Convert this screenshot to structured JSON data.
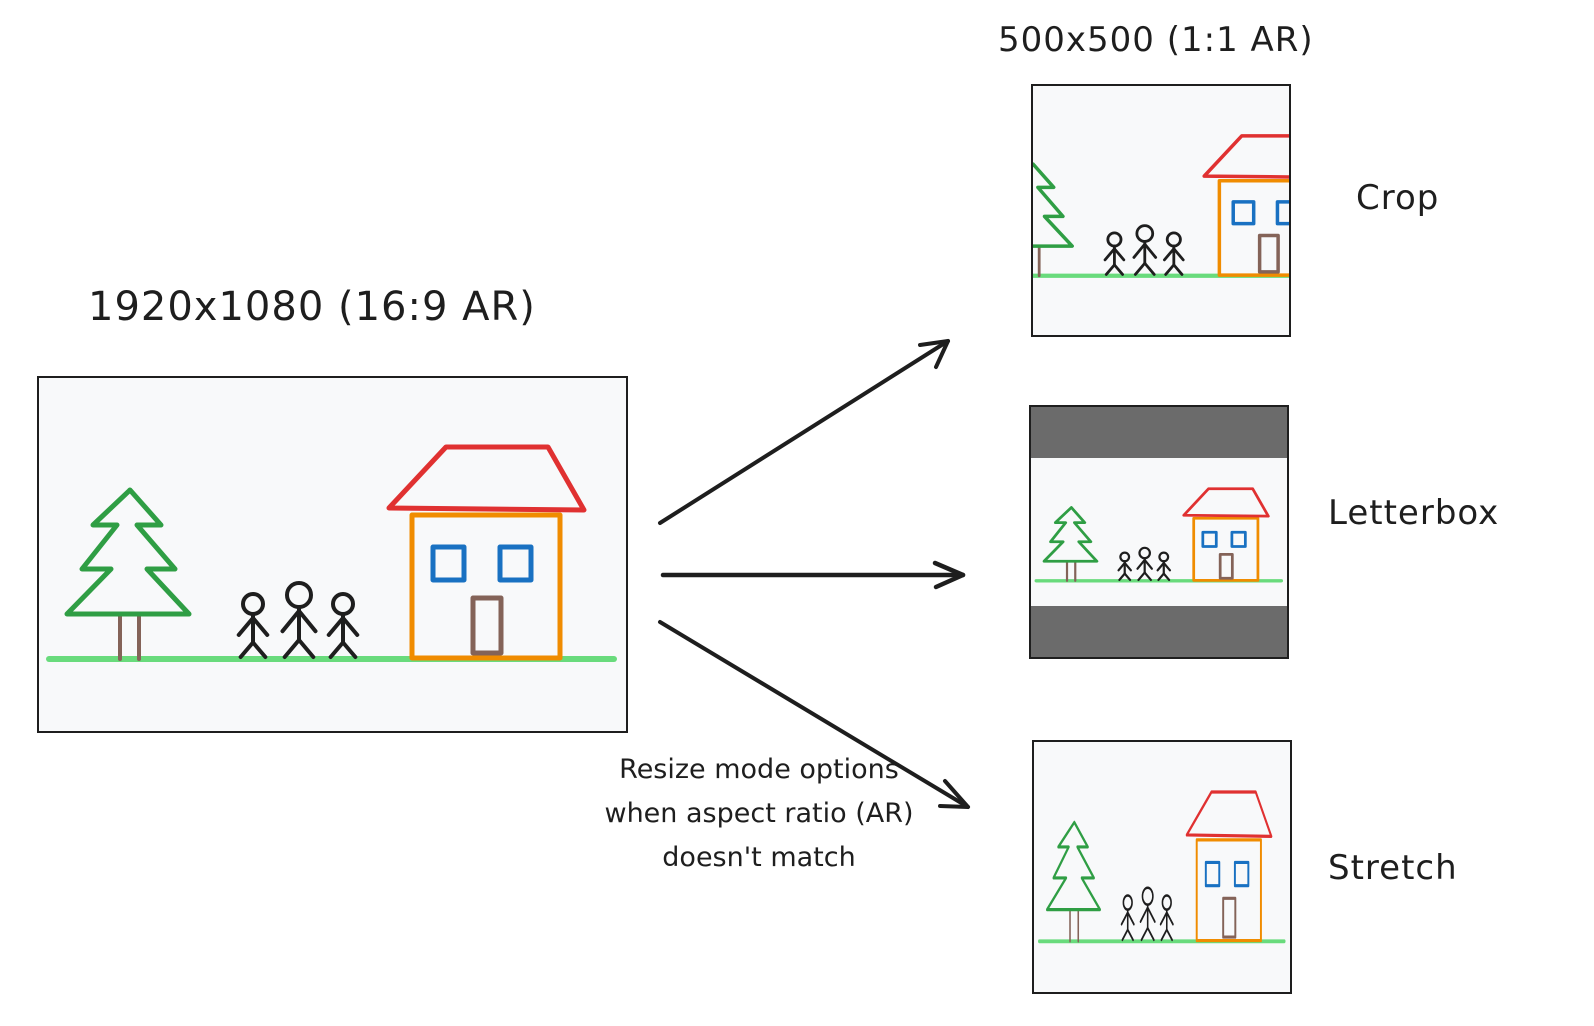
{
  "source": {
    "title": "1920x1080 (16:9 AR)",
    "resolution": "1920x1080",
    "aspect_ratio": "16:9"
  },
  "target": {
    "title": "500x500 (1:1 AR)",
    "resolution": "500x500",
    "aspect_ratio": "1:1"
  },
  "modes": [
    {
      "id": "crop",
      "label": "Crop"
    },
    {
      "id": "letterbox",
      "label": "Letterbox"
    },
    {
      "id": "stretch",
      "label": "Stretch"
    }
  ],
  "note": "Resize mode options when aspect ratio (AR) doesn't match",
  "scene": {
    "elements": [
      "tree",
      "three stick figures",
      "house",
      "ground line"
    ]
  },
  "colors": {
    "tree": "#2f9e44",
    "trunk": "#846358",
    "figures": "#1e1e1e",
    "roof": "#e03131",
    "walls": "#f08c00",
    "windows": "#1971c2",
    "door": "#846358",
    "ground": "#69db7c",
    "canvas": "#f8f9fa",
    "letterbox_bar": "#6b6b6b",
    "stroke": "#1e1e1e"
  }
}
